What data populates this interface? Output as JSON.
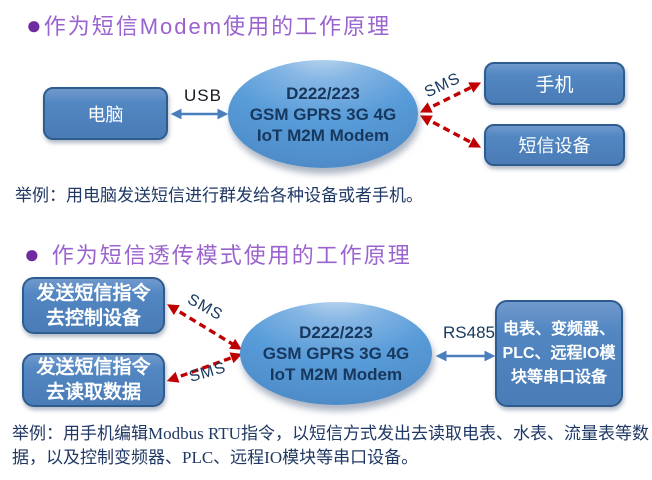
{
  "colors": {
    "title_purple": "#9a63cd",
    "bullet_purple": "#6e2ca0",
    "node_blue": "#4e81bd",
    "node_border": "#2f5c8f",
    "ellipse_blue": "#589cd9",
    "navy_text": "#17375d",
    "red_arrow": "#c00000",
    "blue_arrow": "#4b7ebc"
  },
  "section1": {
    "title_bullet": "●",
    "title": "作为短信Modem使用的工作原理",
    "computer_box": "电脑",
    "usb_label": "USB",
    "modem_lines": [
      "D222/223",
      "GSM GPRS 3G 4G",
      "IoT M2M Modem"
    ],
    "sms_label": "SMS",
    "phone_box": "手机",
    "sms_device_box": "短信设备",
    "caption": "举例：用电脑发送短信进行群发给各种设备或者手机。"
  },
  "section2": {
    "title_bullet": "●",
    "title": "作为短信透传模式使用的工作原理",
    "control_box_line1": "发送短信指令",
    "control_box_line2": "去控制设备",
    "read_box_line1": "发送短信指令",
    "read_box_line2": "去读取数据",
    "sms_label_top": "SMS",
    "sms_label_bottom": "SMS",
    "modem_lines": [
      "D222/223",
      "GSM GPRS 3G 4G",
      "IoT M2M Modem"
    ],
    "rs485_label": "RS485",
    "serial_box_lines": [
      "电表、变频器、",
      "PLC、远程IO模",
      "块等串口设备"
    ],
    "caption": "举例：用手机编辑Modbus RTU指令，以短信方式发出去读取电表、水表、流量表等数据，以及控制变频器、PLC、远程IO模块等串口设备。"
  }
}
